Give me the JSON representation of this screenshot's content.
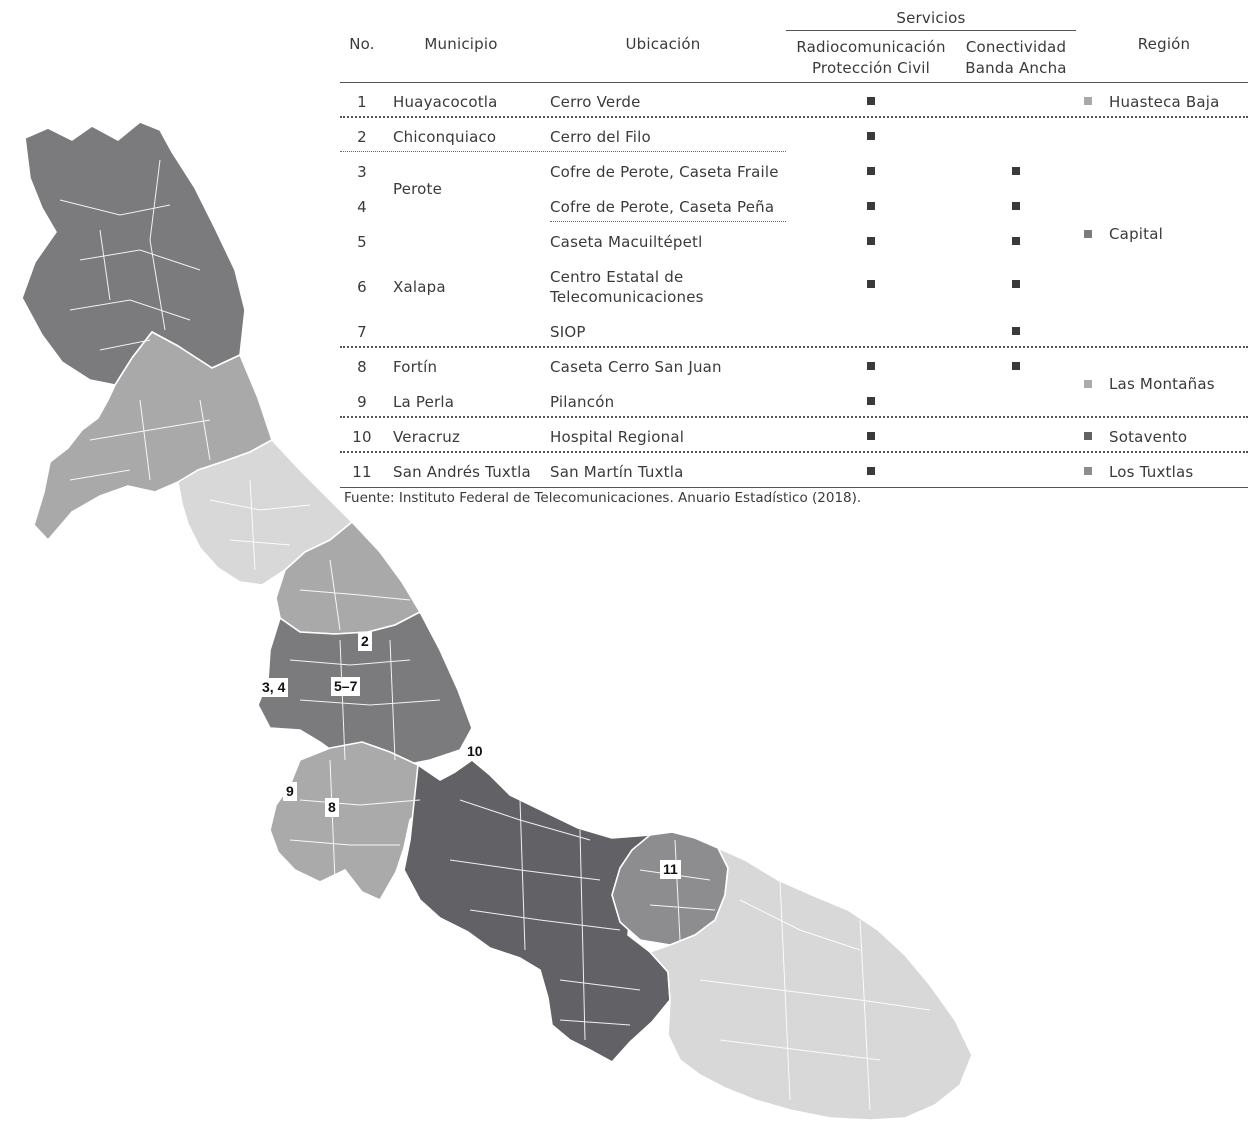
{
  "headers": {
    "no": "No.",
    "municipio": "Municipio",
    "ubicacion": "Ubicación",
    "servicios": "Servicios",
    "radio_line1": "Radiocomunicación",
    "radio_line2": "Protección Civil",
    "conect_line1": "Conectividad",
    "conect_line2": "Banda Ancha",
    "region": "Región"
  },
  "rows": [
    {
      "no": "1",
      "municipio": "Huayacocotla",
      "ubicacion": "Cerro Verde",
      "radio": true,
      "conect": false
    },
    {
      "no": "2",
      "municipio": "Chiconquiaco",
      "ubicacion": "Cerro del Filo",
      "radio": true,
      "conect": false
    },
    {
      "no": "3",
      "municipio": "Perote",
      "ubicacion": "Cofre de Perote, Caseta Fraile",
      "radio": true,
      "conect": true
    },
    {
      "no": "4",
      "municipio": "",
      "ubicacion": "Cofre de Perote, Caseta Peña",
      "radio": true,
      "conect": true
    },
    {
      "no": "5",
      "municipio": "",
      "ubicacion": "Caseta Macuiltépetl",
      "radio": true,
      "conect": true
    },
    {
      "no": "6",
      "municipio": "Xalapa",
      "ubicacion_line1": "Centro Estatal de",
      "ubicacion_line2": "Telecomunicaciones",
      "radio": true,
      "conect": true
    },
    {
      "no": "7",
      "municipio": "",
      "ubicacion": "SIOP",
      "radio": false,
      "conect": true
    },
    {
      "no": "8",
      "municipio": "Fortín",
      "ubicacion": "Caseta Cerro San Juan",
      "radio": true,
      "conect": true
    },
    {
      "no": "9",
      "municipio": "La Perla",
      "ubicacion": "Pilancón",
      "radio": true,
      "conect": false
    },
    {
      "no": "10",
      "municipio": "Veracruz",
      "ubicacion": "Hospital Regional",
      "radio": true,
      "conect": false
    },
    {
      "no": "11",
      "municipio": "San Andrés Tuxtla",
      "ubicacion": "San Martín Tuxtla",
      "radio": true,
      "conect": false
    }
  ],
  "regions": [
    {
      "name": "Huasteca Baja",
      "color": "#a9a9a9"
    },
    {
      "name": "Capital",
      "color": "#7b7b7d"
    },
    {
      "name": "Las Montañas",
      "color": "#aaaaaa"
    },
    {
      "name": "Sotavento",
      "color": "#626266"
    },
    {
      "name": "Los Tuxtlas",
      "color": "#8d8d8f"
    }
  ],
  "source": "Fuente: Instituto Federal de Telecomunicaciones. Anuario Estadístico (2018).",
  "map_labels": {
    "l2": "2",
    "l34": "3, 4",
    "l57": "5–7",
    "l10": "10",
    "l9": "9",
    "l8": "8",
    "l11": "11"
  },
  "colors": {
    "huasteca_alta": "#7b7b7d",
    "totonaca": "#d8d8d8",
    "olmeca": "#d8d8d8",
    "sotavento": "#626266",
    "capital": "#7b7b7d",
    "huasteca_baja": "#a9a9a9",
    "las_montanas": "#aaaaaa",
    "los_tuxtlas": "#8d8d8f",
    "marker": "#3a3a3a",
    "text": "#3a3a3a",
    "border": "#ffffff"
  }
}
